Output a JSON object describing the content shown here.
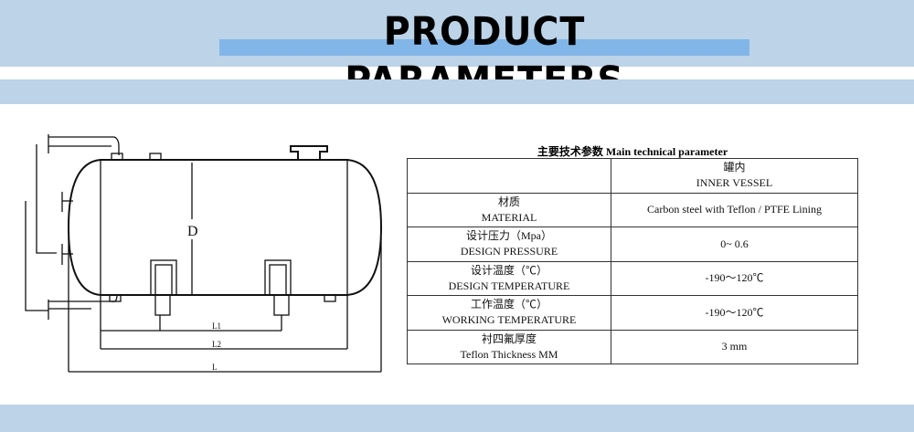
{
  "header": {
    "title": "PRODUCT PARAMETERS"
  },
  "drawing": {
    "diameter_label": "D",
    "length_labels": [
      "L1",
      "L2",
      "L"
    ]
  },
  "table": {
    "caption": "主要技术参数 Main technical parameter",
    "header": {
      "cn": "罐内",
      "en": "INNER VESSEL"
    },
    "rows": [
      {
        "cn": "材质",
        "en": "MATERIAL",
        "value": "Carbon steel with Teflon / PTFE Lining"
      },
      {
        "cn": "设计压力（Mpa）",
        "en": "DESIGN PRESSURE",
        "value": "0~ 0.6"
      },
      {
        "cn": "设计温度（℃）",
        "en": "DESIGN TEMPERATURE",
        "value": "-190～120℃"
      },
      {
        "cn": "工作温度（℃）",
        "en": "WORKING TEMPERATURE",
        "value": "-190～120℃"
      },
      {
        "cn": "衬四氟厚度",
        "en": "Teflon Thickness MM",
        "value": "3 mm"
      }
    ]
  }
}
